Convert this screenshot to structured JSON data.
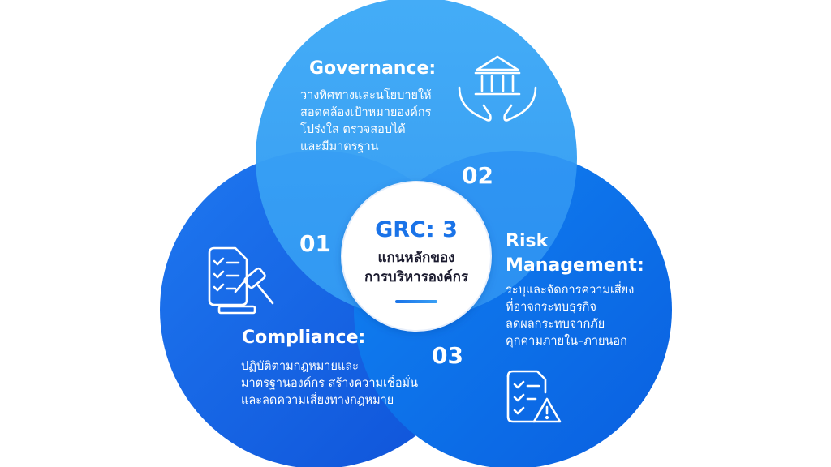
{
  "center": {
    "title": "GRC: 3",
    "subtitle_line1": "แกนหลักของ",
    "subtitle_line2": "การบริหารองค์กร"
  },
  "governance": {
    "number": "02",
    "title": "Governance:",
    "desc": [
      "วางทิศทางและนโยบายให้",
      "สอดคล้องเป้าหมายองค์กร",
      "โปร่งใส ตรวจสอบได้",
      "และมีมาตรฐาน"
    ],
    "icon": "bank-in-hands-icon"
  },
  "compliance": {
    "number": "01",
    "title": "Compliance:",
    "desc": [
      "ปฏิบัติตามกฎหมายและ",
      "มาตรฐานองค์กร สร้างความเชื่อมั่น",
      "และลดความเสี่ยงทางกฎหมาย"
    ],
    "icon": "checklist-gavel-icon"
  },
  "risk": {
    "number": "03",
    "title_line1": "Risk",
    "title_line2": "Management:",
    "desc": [
      "ระบุและจัดการความเสี่ยง",
      "ที่อาจกระทบธุรกิจ",
      "ลดผลกระทบจากภัย",
      "คุกคามภายใน–ภายนอก"
    ],
    "icon": "checklist-warning-icon"
  },
  "colors": {
    "governance": "#3aa6f5",
    "compliance": "#1565e6",
    "risk": "#0d6bef",
    "center_title": "#1a73e8"
  }
}
